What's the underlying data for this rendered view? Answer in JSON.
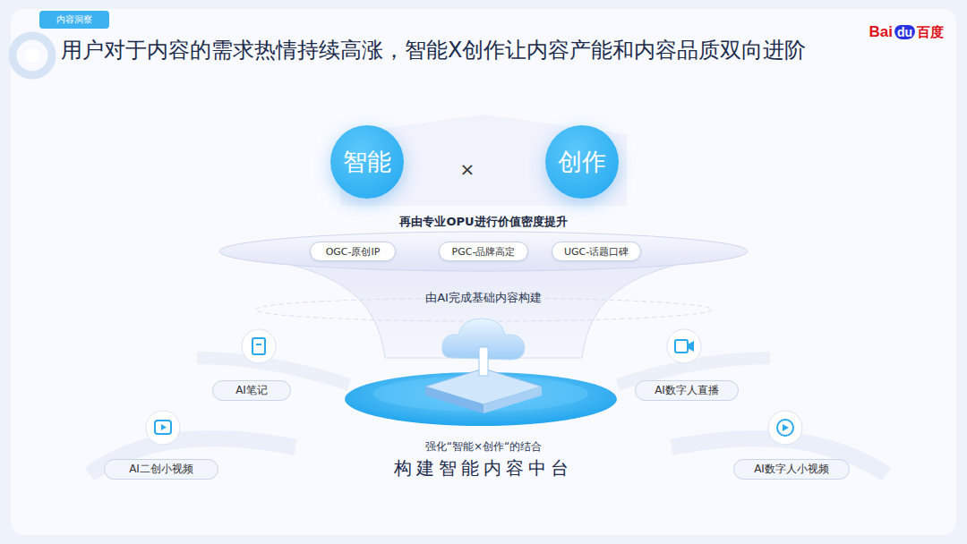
{
  "diagram": {
    "title": "用户对于内容的需求热情持续高涨，智能X创作让内容产能和内容品质双向进阶",
    "nodes": [
      {
        "text": [
          "智能"
        ]
      },
      {
        "text": [
          "创作"
        ]
      },
      {
        "text": [
          "OGC-原创IP"
        ]
      },
      {
        "text": [
          "PGC-品牌高定"
        ]
      },
      {
        "text": [
          "UGC-话题口碑"
        ]
      },
      {
        "text": [
          "AI笔记"
        ]
      },
      {
        "text": [
          "AI数字人直播"
        ]
      },
      {
        "text": [
          "AI二创小视频"
        ]
      },
      {
        "text": [
          "AI数字人小视频"
        ]
      }
    ],
    "labels": [
      "内容洞察",
      "Bai",
      "du",
      "百度",
      "×",
      "再由专业OPU进行价值密度提升",
      "由AI完成基础内容构建",
      "强化“智能×创作“的结合",
      "构建智能内容中台"
    ]
  }
}
